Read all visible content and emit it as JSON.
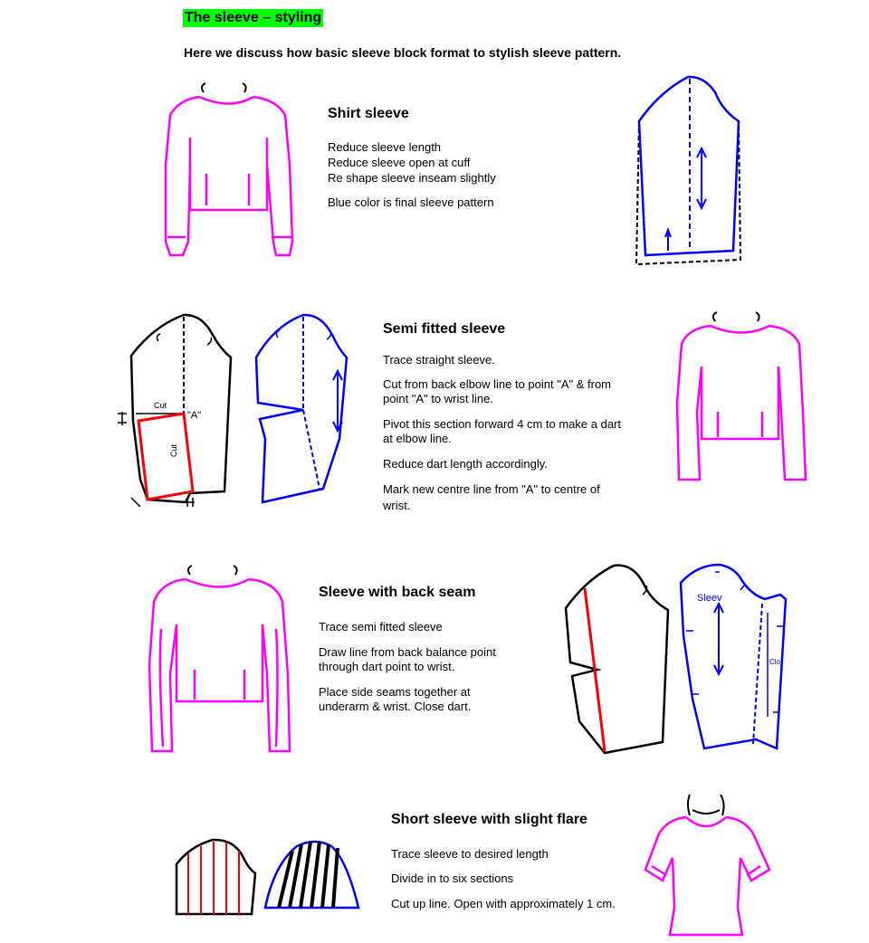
{
  "page": {
    "title": "The sleeve – styling",
    "intro": "Here we discuss how basic sleeve block format to stylish sleeve pattern."
  },
  "sections": [
    {
      "heading": "Shirt sleeve",
      "lines": [
        "Reduce sleeve length",
        "Reduce sleeve open at cuff",
        "Re shape sleeve inseam slightly",
        "Blue color is final sleeve pattern"
      ]
    },
    {
      "heading": "Semi fitted sleeve",
      "lines": [
        "Trace straight sleeve.",
        "Cut from back elbow line to point \"A\" & from",
        "point \"A\" to wrist line.",
        "Pivot this section forward 4 cm to make a dart",
        "at elbow line.",
        "Reduce dart length accordingly.",
        "Mark new centre line from \"A\" to centre of",
        "wrist."
      ],
      "diagram_labels": {
        "cut_top": "Cut",
        "cut_side": "Cut",
        "point_a": "\"A\""
      }
    },
    {
      "heading": "Sleeve with back seam",
      "lines": [
        "Trace semi fitted sleeve",
        "Draw line from back balance point",
        "through dart point to wrist.",
        "Place side seams together at",
        "underarm & wrist. Close dart."
      ],
      "diagram_labels": {
        "sleeve": "Sleev",
        "clo": "Clo"
      }
    },
    {
      "heading": "Short sleeve with slight flare",
      "lines": [
        "Trace sleeve to desired length",
        "Divide in to six sections",
        "Cut up line. Open with approximately 1 cm."
      ]
    }
  ],
  "colors": {
    "garment": "#ff00ff",
    "pattern": "#0000ff",
    "cut": "#ff0000",
    "highlight": "#00ff00"
  }
}
